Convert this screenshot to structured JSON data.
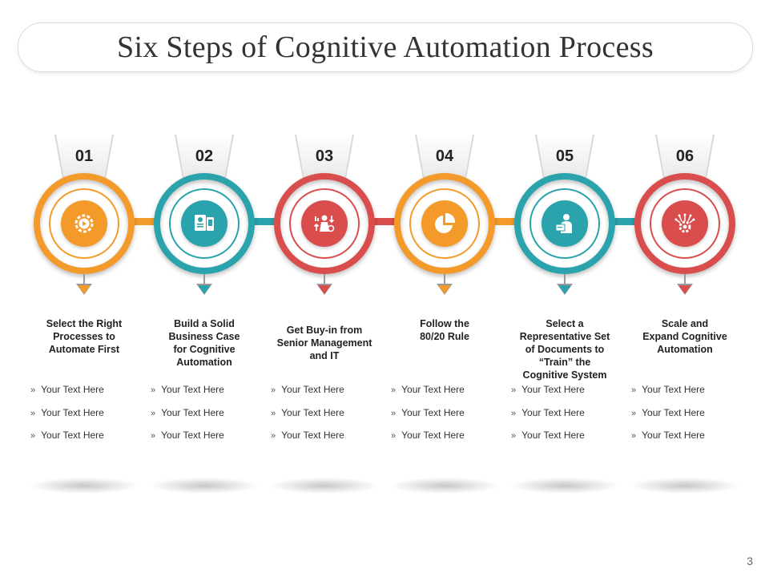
{
  "title": "Six Steps of Cognitive Automation Process",
  "page_number": "3",
  "bullet_marker": "»",
  "steps": [
    {
      "number": "01",
      "color": "#f39a2a",
      "icon": "automation-gear-icon",
      "heading": [
        "Select the Right",
        "Processes  to",
        "Automate First"
      ],
      "bullets": [
        "Your Text Here",
        "Your Text Here",
        "Your Text Here"
      ]
    },
    {
      "number": "02",
      "color": "#2aa3ad",
      "icon": "business-case-document-icon",
      "heading": [
        "Build a Solid",
        "Business  Case",
        "for Cognitive",
        "Automation"
      ],
      "bullets": [
        "Your Text Here",
        "Your Text Here",
        "Your Text Here"
      ]
    },
    {
      "number": "03",
      "color": "#d94d4d",
      "icon": "manager-buy-in-icon",
      "heading": [
        "Get Buy-in from",
        "Senior Management",
        "and IT"
      ],
      "bullets": [
        "Your Text Here",
        "Your Text Here",
        "Your Text Here"
      ]
    },
    {
      "number": "04",
      "color": "#f39a2a",
      "icon": "pie-chart-icon",
      "heading": [
        "Follow the",
        "80/20 Rule"
      ],
      "bullets": [
        "Your Text Here",
        "Your Text Here",
        "Your Text Here"
      ]
    },
    {
      "number": "05",
      "color": "#2aa3ad",
      "icon": "person-presenting-icon",
      "heading": [
        "Select a",
        "Representative Set",
        "of Documents to",
        "“Train” the",
        "Cognitive System"
      ],
      "bullets": [
        "Your Text Here",
        "Your Text Here",
        "Your Text Here"
      ]
    },
    {
      "number": "06",
      "color": "#d94d4d",
      "icon": "scale-expand-chip-icon",
      "heading": [
        "Scale and",
        "Expand Cognitive",
        "Automation"
      ],
      "bullets": [
        "Your Text Here",
        "Your Text Here",
        "Your Text Here"
      ]
    }
  ]
}
